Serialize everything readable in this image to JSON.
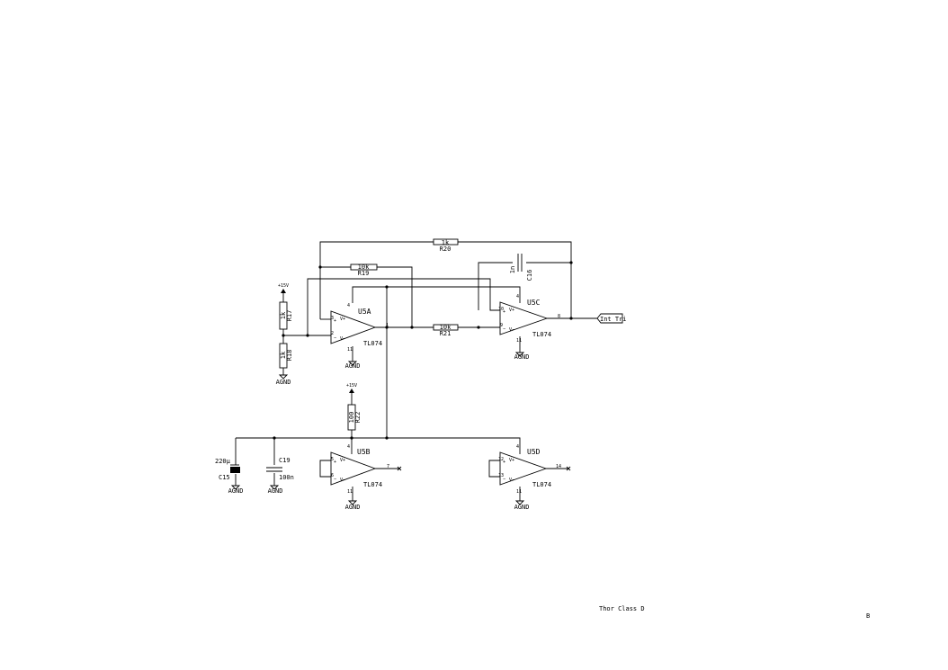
{
  "title_block": {
    "project": "Thor Class D",
    "sheet": "B"
  },
  "components": {
    "U5A": {
      "ref": "U5A",
      "value": "TL074",
      "pins": [
        "3",
        "2",
        "1",
        "4",
        "11"
      ]
    },
    "U5B": {
      "ref": "U5B",
      "value": "TL074",
      "pins": [
        "5",
        "6",
        "7",
        "4",
        "11"
      ]
    },
    "U5C": {
      "ref": "U5C",
      "value": "TL074",
      "pins": [
        "10",
        "9",
        "8",
        "4",
        "11"
      ]
    },
    "U5D": {
      "ref": "U5D",
      "value": "TL074",
      "pins": [
        "12",
        "13",
        "14",
        "4",
        "11"
      ]
    },
    "R17": {
      "ref": "R17",
      "value": "1k"
    },
    "R18": {
      "ref": "R18",
      "value": "1k"
    },
    "R19": {
      "ref": "R19",
      "value": "10k"
    },
    "R20": {
      "ref": "R20",
      "value": "1k"
    },
    "R21": {
      "ref": "R21",
      "value": "10k"
    },
    "R22": {
      "ref": "R22",
      "value": "100"
    },
    "C15": {
      "ref": "C15",
      "value": "220µ"
    },
    "C16": {
      "ref": "C16",
      "value": "1n"
    },
    "C19": {
      "ref": "C19",
      "value": "100n"
    }
  },
  "nets": {
    "agnd": "AGND",
    "supply": "+15V",
    "output_label": "Int_Tri"
  }
}
